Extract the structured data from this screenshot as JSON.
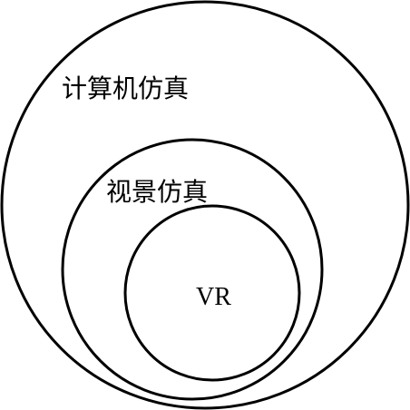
{
  "diagram": {
    "outer": {
      "label": "计算机仿真"
    },
    "middle": {
      "label": "视景仿真"
    },
    "inner": {
      "label": "VR"
    }
  }
}
